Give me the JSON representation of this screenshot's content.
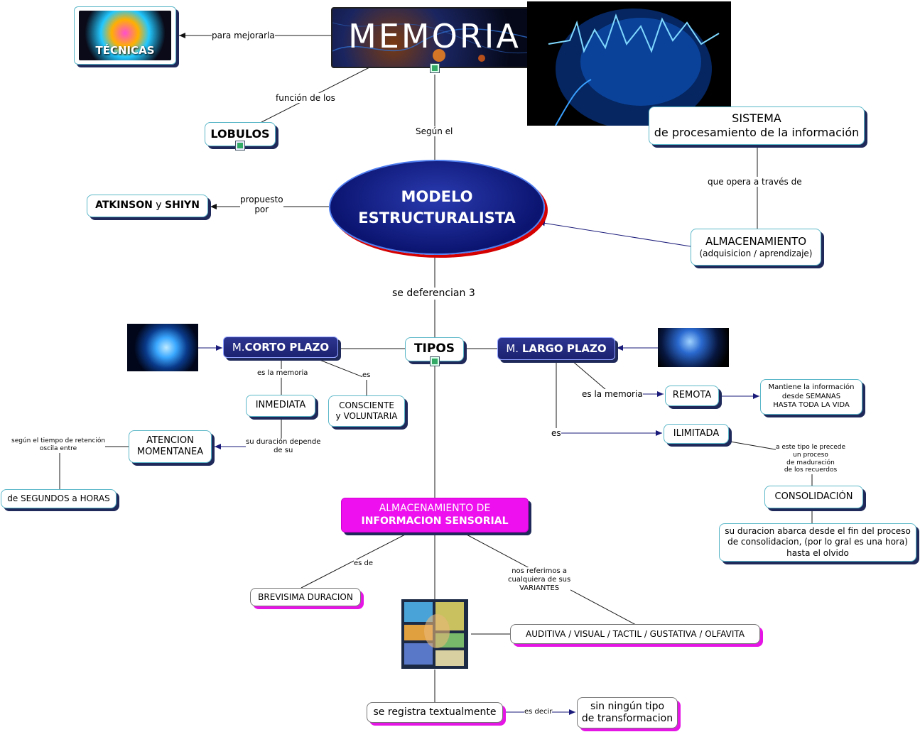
{
  "memoria": {
    "title": "MEMORIA"
  },
  "tecnicas": {
    "label": "TÉCNICAS"
  },
  "links": {
    "para_mejorarla": "para mejorarla",
    "funcion_de_los": "función de los",
    "segun_el": "Según el",
    "propuesto": "propuesto",
    "por": "por",
    "que_opera": "que opera a través de",
    "se_deferencian": "se deferencian 3",
    "es_la_memoria_corto": "es la memoria",
    "es_corto": "es",
    "su_duracion_1": "su duración depende",
    "su_duracion_2": "de su",
    "segun_tiempo_1": "según el tiempo de retención",
    "segun_tiempo_2": "oscila entre",
    "es_la_memoria_largo": "es la memoria",
    "es_largo": "es",
    "precede_1": "a este tipo le precede",
    "precede_2": "un proceso",
    "precede_3": "de maduración",
    "precede_4": "de los recuerdos",
    "es_de": "es de",
    "nos_1": "nos referimos a",
    "nos_2": "cualquiera de sus",
    "nos_3": "VARIANTES",
    "es_decir": "es decir"
  },
  "nodes": {
    "lobulos": "LOBULOS",
    "atkinson_a": "ATKINSON",
    "atkinson_y": " y ",
    "atkinson_b": "SHIYN",
    "modelo_1": "MODELO",
    "modelo_2": "ESTRUCTURALISTA",
    "sistema_1": "SISTEMA",
    "sistema_2": "de procesamiento de la información",
    "almacen_1": "ALMACENAMIENTO",
    "almacen_2": "(adquisicion / aprendizaje)",
    "tipos": "TIPOS",
    "corto_a": "M.",
    "corto_b": "CORTO PLAZO",
    "largo_a": "M. ",
    "largo_b": "LARGO PLAZO",
    "inmediata": "INMEDIATA",
    "consciente_1": "CONSCIENTE",
    "consciente_2": "y VOLUNTARIA",
    "atencion_1": "ATENCION",
    "atencion_2": "MOMENTANEA",
    "segundos": "de SEGUNDOS a HORAS",
    "remota": "REMOTA",
    "mantiene_1": "Mantiene la información",
    "mantiene_2": "desde SEMANAS",
    "mantiene_3": "HASTA TODA LA VIDA",
    "ilimitada": "ILIMITADA",
    "consolidacion": "CONSOLIDACIÓN",
    "duracion_1": "su duracion abarca desde el fin del proceso",
    "duracion_2": "de consolidacion, (por lo gral es una hora)",
    "duracion_3": "hasta el olvido",
    "sensorial_1": "ALMACENAMIENTO DE",
    "sensorial_2": "INFORMACION SENSORIAL",
    "brevisima": "BREVISIMA DURACION",
    "variantes": "AUDITIVA / VISUAL / TACTIL / GUSTATIVA / OLFAVITA",
    "registra": "se registra textualmente",
    "sin_1": "sin ningún tipo",
    "sin_2": "de transformacion"
  },
  "colors": {
    "line": "#1a1a1a",
    "arrow_blue": "#1a1a7a",
    "node_border": "#5bb7c8",
    "shadow_navy": "#1f2a5a",
    "magenta": "#ee10ee",
    "ellipse_fill": "#0b1470",
    "ellipse_shadow": "#d40000"
  },
  "icons": [
    "brain-glow-image",
    "brain-head-image",
    "brain-sphere-image",
    "brain-network-image",
    "face-collage-image",
    "film-icon",
    "picture-icon"
  ]
}
